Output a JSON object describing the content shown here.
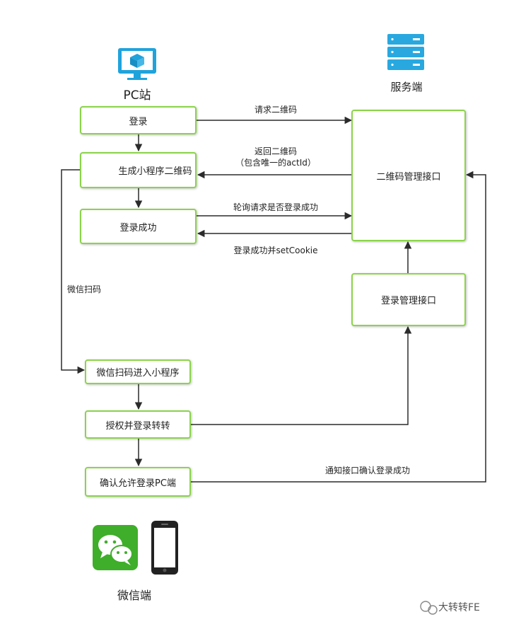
{
  "pc": {
    "title": "PC站"
  },
  "server": {
    "title": "服务端"
  },
  "wechat": {
    "title": "微信端"
  },
  "nodes": {
    "login": "登录",
    "gen_qr": "生成小程序二维码",
    "login_success": "登录成功",
    "qr_api": "二维码管理接口",
    "login_api": "登录管理接口",
    "scan_enter": "微信扫码进入小程序",
    "auth_login": "授权并登录转转",
    "confirm_pc": "确认允许登录PC端"
  },
  "edges": {
    "request_qr": "请求二维码",
    "return_qr_1": "返回二维码",
    "return_qr_2": "（包含唯一的actId）",
    "poll": "轮询请求是否登录成功",
    "set_cookie": "登录成功并setCookie",
    "wechat_scan": "微信扫码",
    "notify": "通知接口确认登录成功"
  },
  "watermark": "大转转FE",
  "colors": {
    "box_border": "#8bd44a",
    "arrow": "#2b2b2b",
    "monitor": "#1fa3dc",
    "server": "#29a8e0",
    "wechat": "#3fae2a"
  }
}
